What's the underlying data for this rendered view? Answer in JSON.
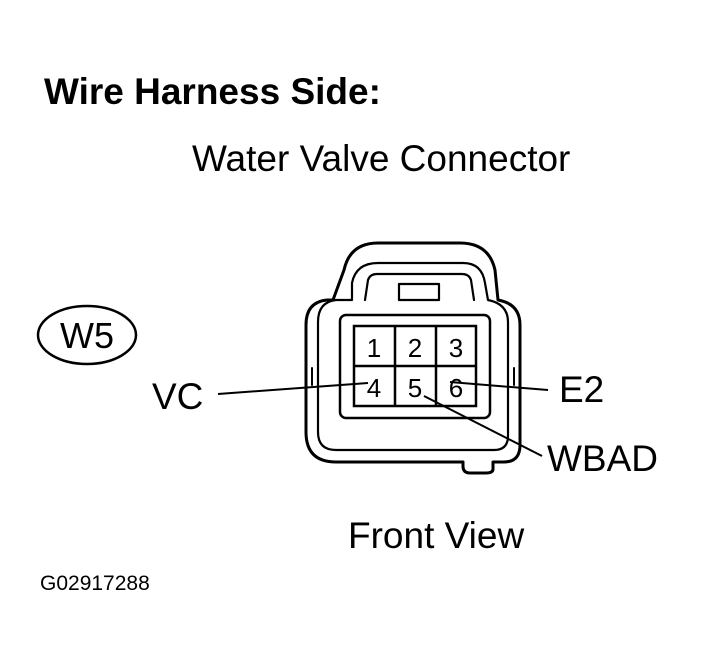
{
  "heading": "Wire Harness Side:",
  "connector_name": "Water Valve Connector",
  "connector_code": "W5",
  "view_label": "Front View",
  "figure_code": "G02917288",
  "pins": [
    "1",
    "2",
    "3",
    "4",
    "5",
    "6"
  ],
  "callouts": {
    "vc": "VC",
    "e2": "E2",
    "wbad": "WBAD"
  }
}
